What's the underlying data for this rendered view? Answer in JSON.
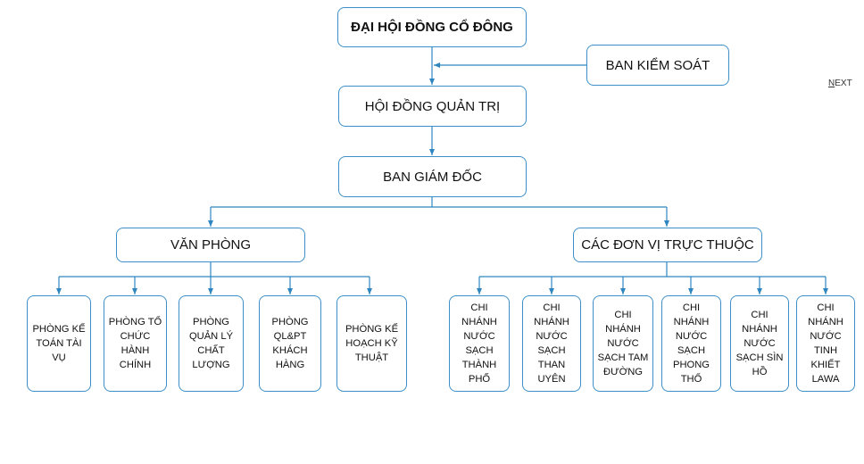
{
  "colors": {
    "line": "#2e86c1",
    "border": "#3d8fc9"
  },
  "top": {
    "label": "ĐẠI HỘI ĐỒNG CỔ ĐÔNG"
  },
  "supervisory": {
    "label": "BAN KIỂM SOÁT"
  },
  "board": {
    "label": "HỘI ĐỒNG QUẢN TRỊ"
  },
  "directors": {
    "label": "BAN GIÁM ĐỐC"
  },
  "office": {
    "label": "VĂN PHÒNG",
    "departments": [
      {
        "label": "PHÒNG KẾ TOÁN TÀI VỤ"
      },
      {
        "label": "PHÒNG TỔ CHỨC HÀNH CHÍNH"
      },
      {
        "label": "PHÒNG QUẢN LÝ CHẤT LƯỢNG"
      },
      {
        "label": "PHÒNG QL&PT KHÁCH HÀNG"
      },
      {
        "label": "PHÒNG KẾ HOẠCH KỸ THUẬT"
      }
    ]
  },
  "units": {
    "label": "CÁC ĐƠN VỊ TRỰC THUỘC",
    "branches": [
      {
        "label": "CHI NHÁNH NƯỚC SẠCH THÀNH PHỐ"
      },
      {
        "label": "CHI NHÁNH NƯỚC SẠCH THAN UYÊN"
      },
      {
        "label": "CHI NHÁNH NƯỚC SẠCH TAM ĐƯỜNG"
      },
      {
        "label": "CHI NHÁNH NƯỚC SẠCH PHONG THỔ"
      },
      {
        "label": "CHI NHÁNH NƯỚC SẠCH SÌN HỒ"
      },
      {
        "label": "CHI NHÁNH NƯỚC TINH KHIẾT LAWA"
      }
    ]
  },
  "nav": {
    "next_first": "N",
    "next_rest": "EXT"
  }
}
